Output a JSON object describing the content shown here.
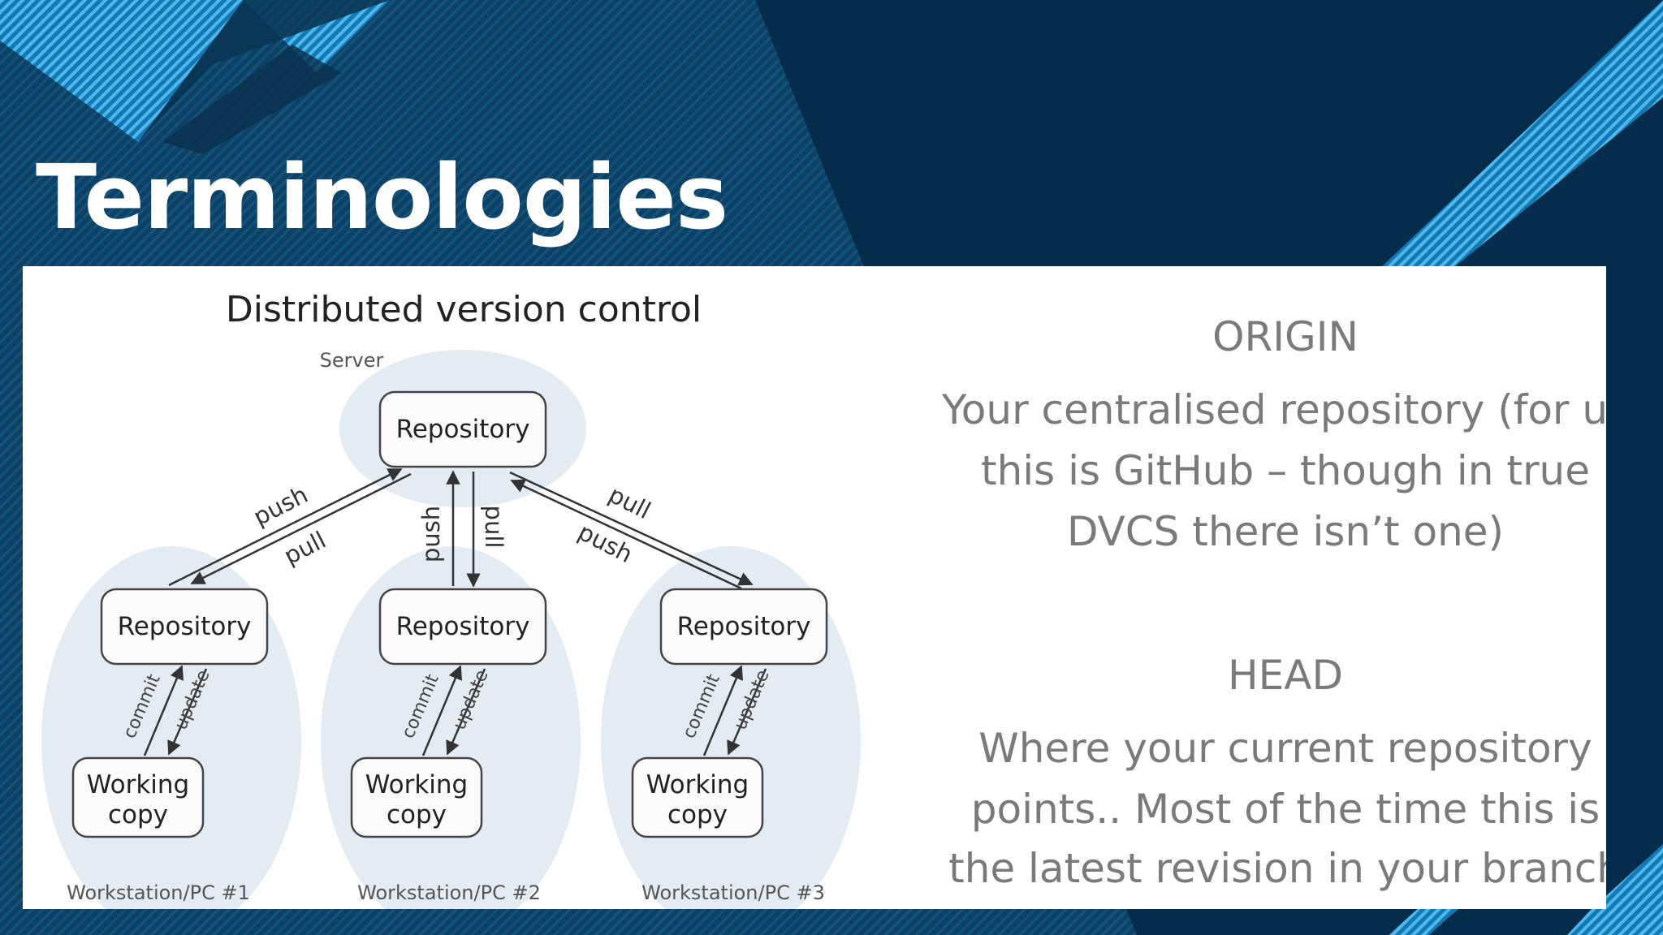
{
  "slide": {
    "title": "Terminologies"
  },
  "diagram": {
    "title": "Distributed version control",
    "server_label": "Server",
    "server_box": "Repository",
    "workstations": [
      {
        "label": "Workstation/PC #1",
        "repo": "Repository",
        "working_line1": "Working",
        "working_line2": "copy",
        "commit": "commit",
        "update": "update"
      },
      {
        "label": "Workstation/PC #2",
        "repo": "Repository",
        "working_line1": "Working",
        "working_line2": "copy",
        "commit": "commit",
        "update": "update"
      },
      {
        "label": "Workstation/PC #3",
        "repo": "Repository",
        "working_line1": "Working",
        "working_line2": "copy",
        "commit": "commit",
        "update": "update"
      }
    ],
    "links": {
      "left_push": "push",
      "left_pull": "pull",
      "mid_push": "push",
      "mid_pull": "pull",
      "right_pull": "pull",
      "right_push": "push"
    }
  },
  "terms": [
    {
      "heading": "ORIGIN",
      "lines": [
        "Your centralised repository (for us",
        "this is GitHub – though in true",
        "DVCS there isn’t one)"
      ]
    },
    {
      "heading": "HEAD",
      "lines": [
        "Where your current repository",
        "points.. Most of the time this is",
        "the latest revision in your branch"
      ]
    }
  ],
  "colors": {
    "background": "#0b3a5c",
    "stripe_accent": "#2e9fd8",
    "panel": "#ffffff",
    "term_text": "#7a7a7a"
  }
}
